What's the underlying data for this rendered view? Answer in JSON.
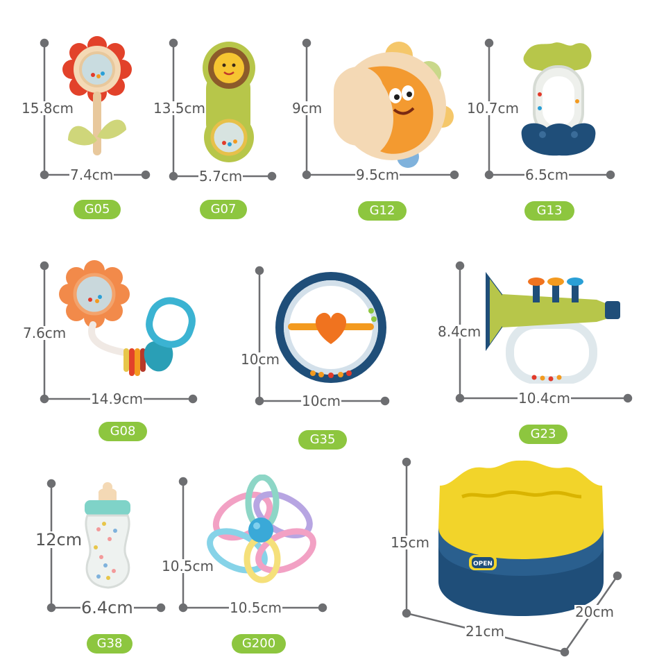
{
  "colors": {
    "badge": "#8dc63f",
    "dimension_line": "#6d6e71"
  },
  "products": [
    {
      "code": "G05",
      "height": "15.8cm",
      "width": "7.4cm",
      "icon": "flower-rattle-icon"
    },
    {
      "code": "G07",
      "height": "13.5cm",
      "width": "5.7cm",
      "icon": "sun-maraca-rattle-icon"
    },
    {
      "code": "G12",
      "height": "9cm",
      "width": "9.5cm",
      "icon": "moon-tambourine-icon"
    },
    {
      "code": "G13",
      "height": "10.7cm",
      "width": "6.5cm",
      "icon": "teether-ring-rattle-icon"
    },
    {
      "code": "G08",
      "height": "7.6cm",
      "width": "14.9cm",
      "icon": "flower-teether-rattle-icon"
    },
    {
      "code": "G35",
      "height": "10cm",
      "width": "10cm",
      "icon": "heart-ring-rattle-icon"
    },
    {
      "code": "G23",
      "height": "8.4cm",
      "width": "10.4cm",
      "icon": "trumpet-rattle-icon"
    },
    {
      "code": "G38",
      "height": "12cm",
      "width": "6.4cm",
      "icon": "bottle-rattle-icon"
    },
    {
      "code": "G200",
      "height": "10.5cm",
      "width": "10.5cm",
      "icon": "loop-ball-teether-icon"
    }
  ],
  "storage_box": {
    "height": "15cm",
    "width": "21cm",
    "depth": "20cm",
    "lid_label": "OPEN",
    "icon": "storage-box-icon"
  }
}
